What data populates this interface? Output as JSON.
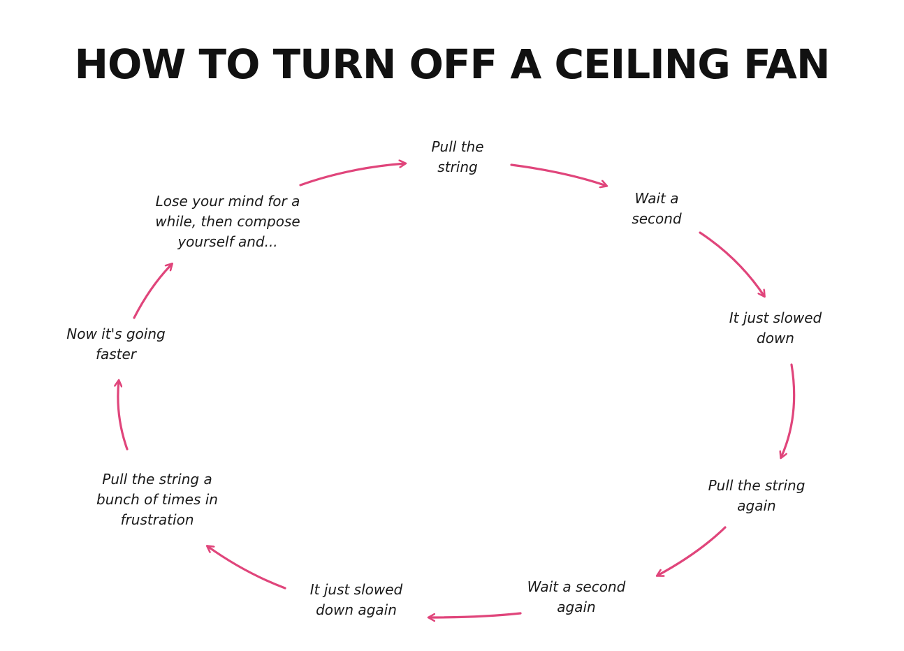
{
  "title": "HOW TO TURN OFF A CEILING FAN",
  "arrow_color": "#e0457b",
  "text_color": "#1a1a1a",
  "steps": [
    "Pull the\nstring",
    "Wait a\nsecond",
    "It just slowed\ndown",
    "Pull the string\nagain",
    "Wait a second\nagain",
    "It just slowed\ndown again",
    "Pull the string a\nbunch of times in\nfrustration",
    "Now it's going\nfaster",
    "Lose your mind for a\nwhile, then compose\nyourself and..."
  ]
}
